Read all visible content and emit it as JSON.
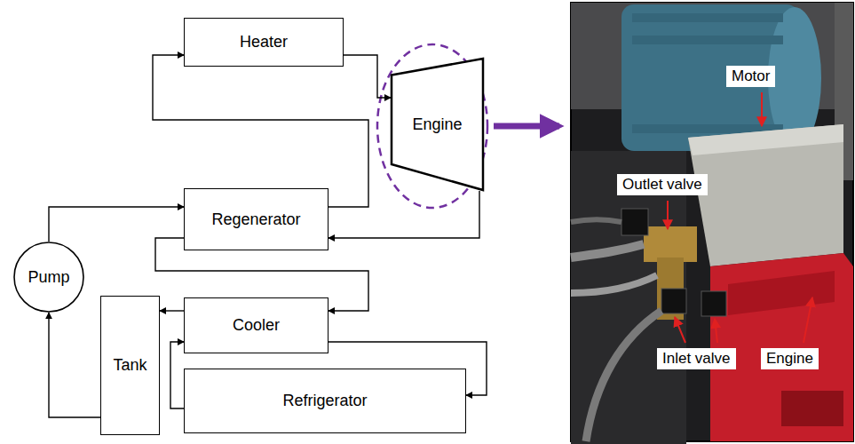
{
  "diagram": {
    "nodes": [
      {
        "text": [
          "Heater"
        ]
      },
      {
        "text": [
          "Engine"
        ]
      },
      {
        "text": [
          "Pump"
        ]
      },
      {
        "text": [
          "Regenerator"
        ]
      },
      {
        "text": [
          "Tank"
        ]
      },
      {
        "text": [
          "Cooler"
        ]
      },
      {
        "text": [
          "Refrigerator"
        ]
      }
    ],
    "edges": [
      {
        "from": 2,
        "to": 3,
        "arrow": "to"
      },
      {
        "from": 3,
        "to": 0,
        "arrow": "to"
      },
      {
        "from": 0,
        "to": 1,
        "arrow": "to"
      },
      {
        "from": 1,
        "to": 3,
        "arrow": "to"
      },
      {
        "from": 3,
        "to": 5,
        "arrow": "to"
      },
      {
        "from": 5,
        "to": 4,
        "arrow": "to"
      },
      {
        "from": 5,
        "to": 6,
        "arrow": "to"
      },
      {
        "from": 6,
        "to": 5,
        "arrow": "to"
      },
      {
        "from": 4,
        "to": 2,
        "arrow": "to"
      }
    ],
    "labels": [
      "Motor",
      "Outlet valve",
      "Inlet valve",
      "Engine"
    ]
  }
}
